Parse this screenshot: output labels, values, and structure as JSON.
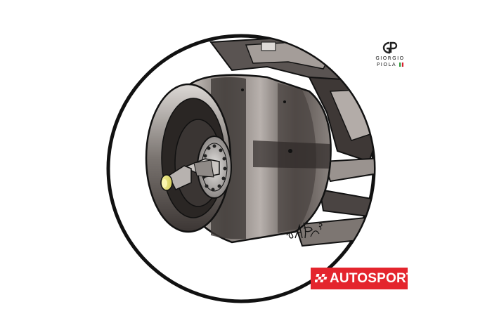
{
  "image": {
    "subject": "Rear wheel assembly with drum-style brake fairing and wheel nut",
    "colors": {
      "background": "#ffffff",
      "circle_frame": "#111111",
      "drum_dark": "#4a4442",
      "drum_mid": "#8c8480",
      "drum_light": "#d7d2cf",
      "nut_yellow": "#f2ee8a",
      "autosport_red": "#e4252d"
    }
  },
  "credits": {
    "illustrator_logo": {
      "line1": "GIORGIO",
      "line2": "PIOLA",
      "mark_icon": "gp-monogram-icon",
      "flag_colors": [
        "#2e9c3a",
        "#ffffff",
        "#d8202c"
      ]
    },
    "signature_icon": "artist-signature-icon"
  },
  "brand": {
    "label": "AUTOSPORT",
    "icon": "chequered-flag-icon",
    "background": "#e4252d",
    "text_color": "#ffffff"
  }
}
